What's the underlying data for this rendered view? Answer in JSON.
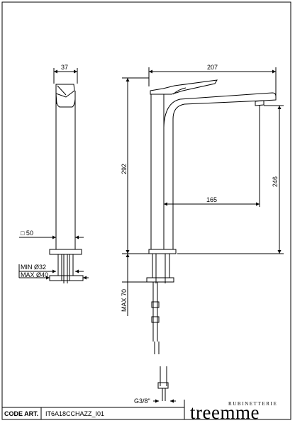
{
  "dimensions": {
    "side_width": "37",
    "total_length": "207",
    "total_height": "292",
    "spout_height": "246",
    "spout_reach": "165",
    "base_square": "□ 50",
    "hole_min": "MIN Ø32",
    "hole_max": "MAX Ø40",
    "deck_max": "MAX 70",
    "thread": "G3/8\""
  },
  "title_block": {
    "code_label": "CODE ART.",
    "code_value": "IT6A18CCHAZZ_I01",
    "brand_sub": "RUBINETTERIE",
    "brand": "treemme"
  }
}
